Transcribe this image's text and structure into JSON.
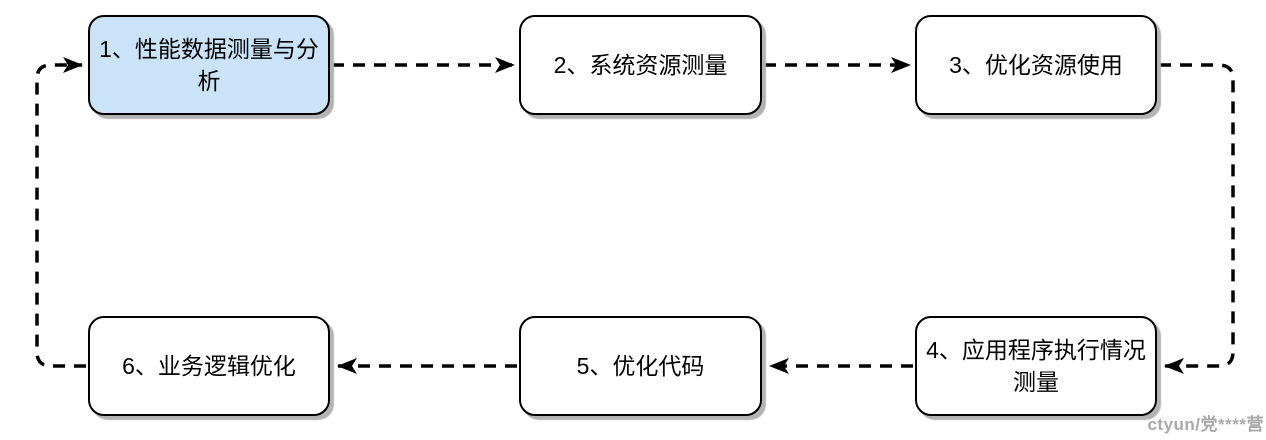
{
  "diagram": {
    "type": "flowchart-cycle",
    "background": "#ffffff",
    "nodes": [
      {
        "id": "1",
        "label": "1、性能数据测量与分\n析",
        "fill": "#cbe3f9",
        "highlighted": true
      },
      {
        "id": "2",
        "label": "2、系统资源测量",
        "fill": "#ffffff",
        "highlighted": false
      },
      {
        "id": "3",
        "label": "3、优化资源使用",
        "fill": "#ffffff",
        "highlighted": false
      },
      {
        "id": "4",
        "label": "4、应用程序执行情况\n测量",
        "fill": "#ffffff",
        "highlighted": false
      },
      {
        "id": "5",
        "label": "5、优化代码",
        "fill": "#ffffff",
        "highlighted": false
      },
      {
        "id": "6",
        "label": "6、业务逻辑优化",
        "fill": "#ffffff",
        "highlighted": false
      }
    ],
    "edges": [
      {
        "from": "1",
        "to": "2",
        "style": "dashed-arrow"
      },
      {
        "from": "2",
        "to": "3",
        "style": "dashed-arrow"
      },
      {
        "from": "3",
        "to": "4",
        "style": "dashed-arrow"
      },
      {
        "from": "4",
        "to": "5",
        "style": "dashed-arrow"
      },
      {
        "from": "5",
        "to": "6",
        "style": "dashed-arrow"
      },
      {
        "from": "6",
        "to": "1",
        "style": "dashed-arrow"
      }
    ],
    "colors": {
      "node_border": "#000000",
      "highlight_fill": "#cbe3f9",
      "edge": "#000000",
      "shadow": "#b3b3b3",
      "watermark": "#a9a9a9"
    }
  },
  "watermark": {
    "text": "ctyun/党****营"
  }
}
